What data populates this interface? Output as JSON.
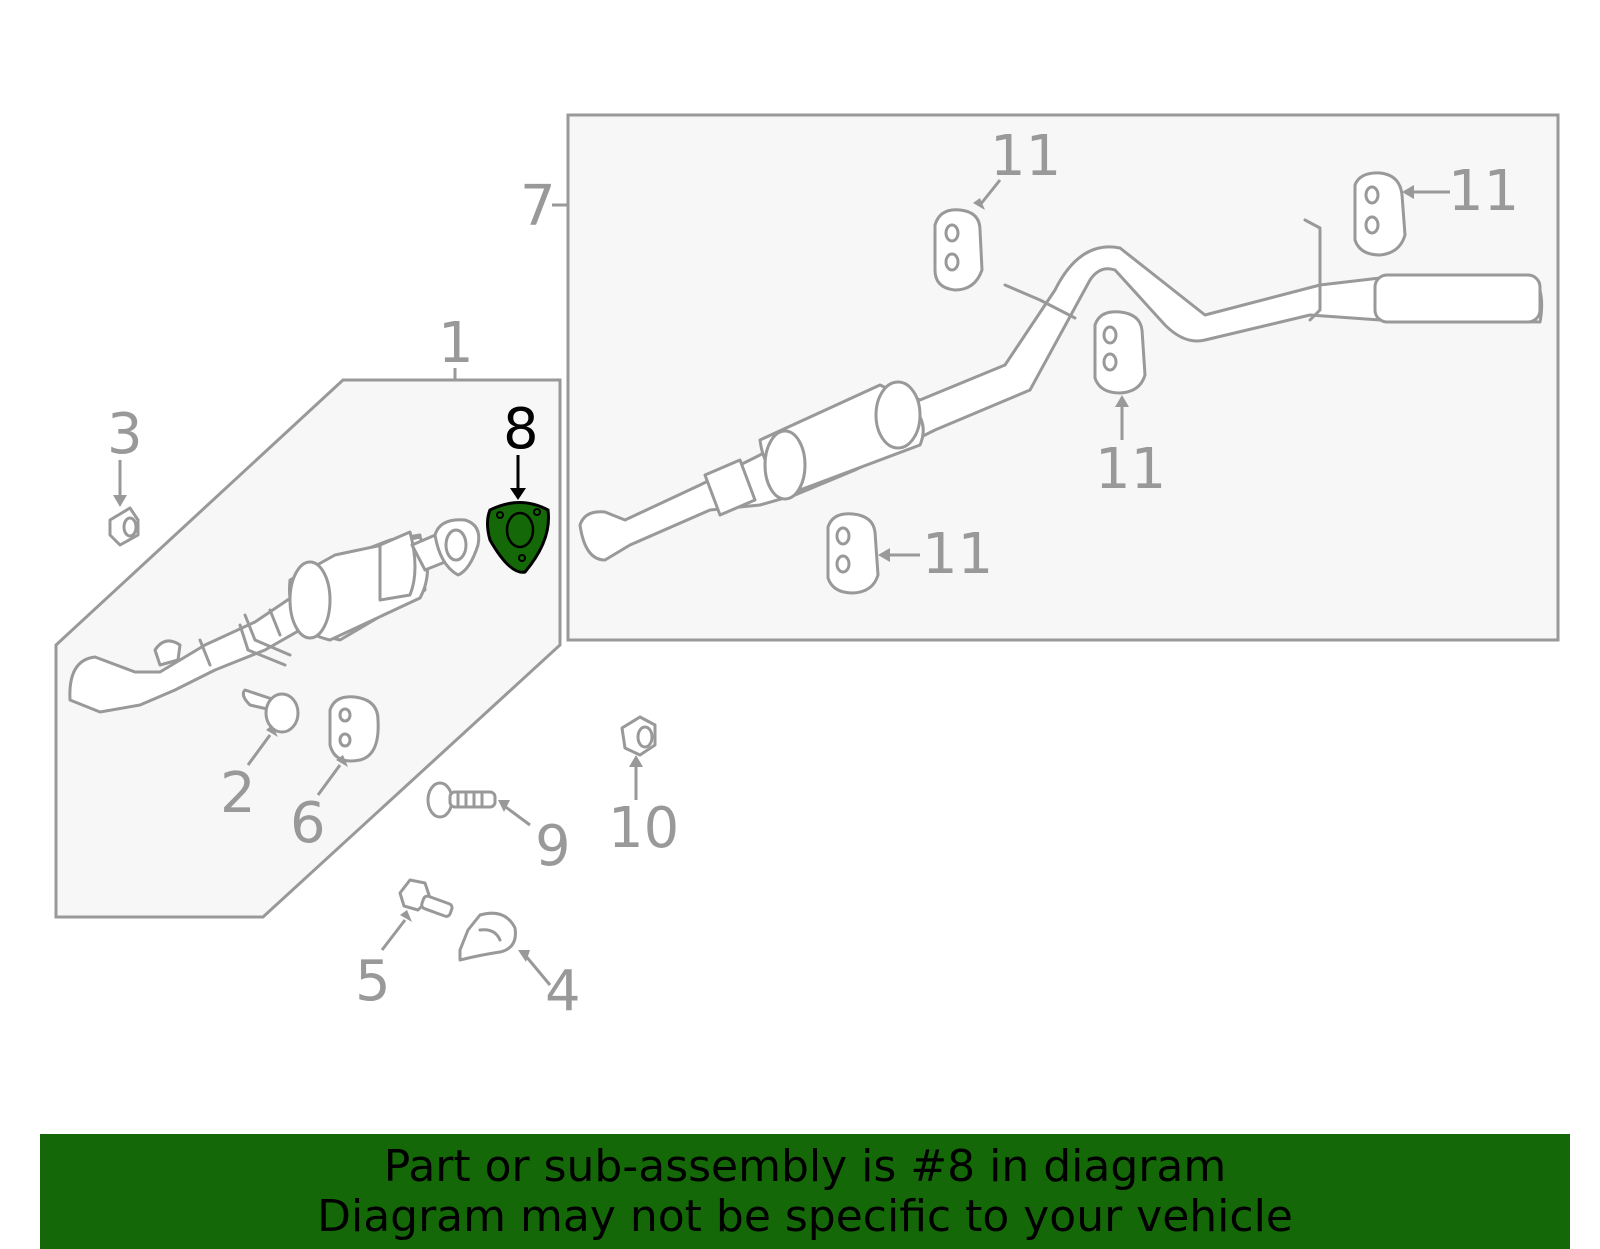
{
  "diagram": {
    "highlight_color": "#156808",
    "line_color": "#999999",
    "callouts": {
      "c1": "1",
      "c2": "2",
      "c3": "3",
      "c4": "4",
      "c5": "5",
      "c6": "6",
      "c7": "7",
      "c8": "8",
      "c9": "9",
      "c10": "10",
      "c11a": "11",
      "c11b": "11",
      "c11c": "11",
      "c11d": "11"
    }
  },
  "footer": {
    "line1": "Part or sub-assembly is #8 in diagram",
    "line2": "Diagram may not be specific to your vehicle",
    "background": "#156808"
  }
}
